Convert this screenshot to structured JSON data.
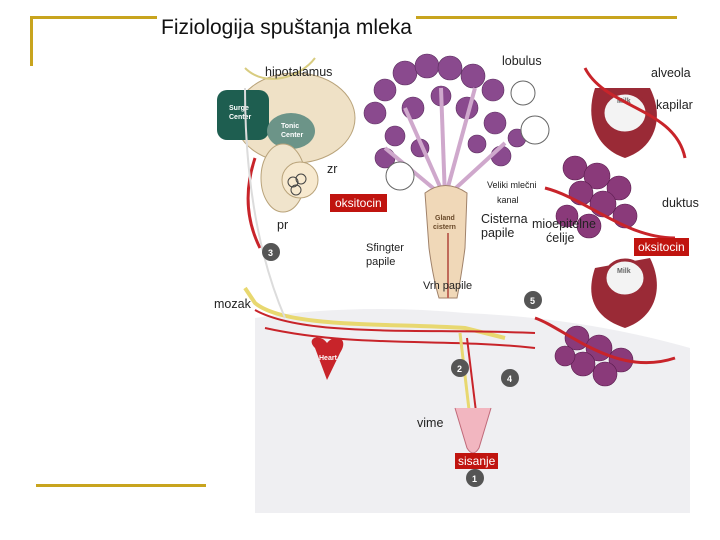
{
  "title": "Fiziologija spuštanja mleka",
  "labels": {
    "hipotalamus": "hipotalamus",
    "lobulus": "lobulus",
    "alveola": "alveola",
    "kapilar": "kapilar",
    "zr": "zr",
    "veliki_mlecni": "Veliki mlečni",
    "kanal": "kanal",
    "duktus": "duktus",
    "oksitocin_left": "oksitocin",
    "oksitocin_right": "oksitocin",
    "pr": "pr",
    "cisterna_papile": [
      "Cisterna",
      "papile"
    ],
    "mioepitelne_celije": [
      "mioepitelne",
      "ćelije"
    ],
    "sfingter_papile": [
      "Sfingter",
      "papile"
    ],
    "vrh_papile": "Vrh papile",
    "mozak": "mozak",
    "vime": "vime",
    "sisanje": "sisanje",
    "surge_center": [
      "Surge",
      "Center"
    ],
    "tonic_center": [
      "Tonic",
      "Center"
    ],
    "gland_cistern": [
      "Gland",
      "cistern"
    ],
    "milk": "Milk",
    "heart": "Heart"
  },
  "step_numbers": [
    "1",
    "2",
    "3",
    "4",
    "5"
  ],
  "colors": {
    "accent_line": "#c8a41e",
    "highlight": "#c0140f",
    "vessel_red": "#c8242a",
    "nerve_yellow": "#e8d870",
    "lobule_purple": "#8a4a8e",
    "surge_green": "#1e5e50",
    "tonic_green": "#6c9488"
  }
}
